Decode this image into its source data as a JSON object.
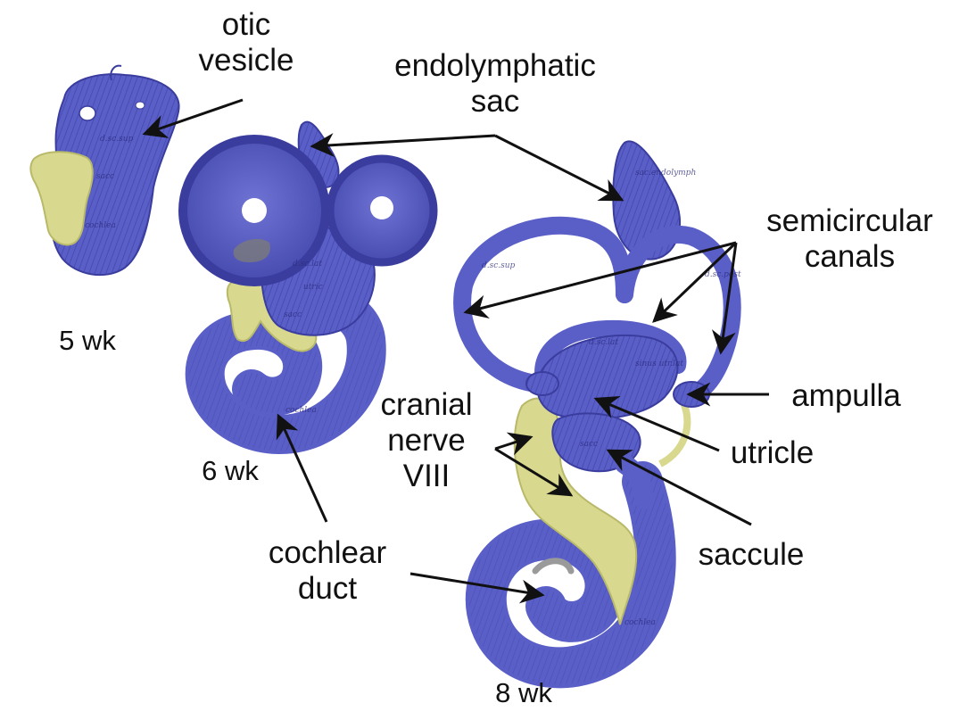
{
  "labels": {
    "otic_vesicle": [
      "otic",
      "vesicle"
    ],
    "endolymphatic_sac": [
      "endolymphatic",
      "sac"
    ],
    "semicircular_canals": [
      "semicircular",
      "canals"
    ],
    "ampulla": "ampulla",
    "utricle": "utricle",
    "saccule": "saccule",
    "cranial_nerve": [
      "cranial",
      "nerve",
      "VIII"
    ],
    "cochlear_duct": [
      "cochlear",
      "duct"
    ]
  },
  "stages": {
    "wk5": "5 wk",
    "wk6": "6 wk",
    "wk8": "8 wk"
  },
  "engraved_text": {
    "canal_sup": "d.sc.sup",
    "canal_lat": "d.sc.lat",
    "canal_post": "d.sc.post",
    "sacc": "sacc",
    "cochlea": "cochlea",
    "utricle": "utric",
    "sinus": "sinus utr.lat",
    "endolymph": "sac.endolymph"
  },
  "colors": {
    "tissue": "#5a5fc8",
    "tissue_dark": "#3a3d9e",
    "tissue_light": "#7b80dd",
    "nerve": "#d8d98e",
    "nerve_dark": "#b9b96a",
    "arrow": "#111111"
  }
}
